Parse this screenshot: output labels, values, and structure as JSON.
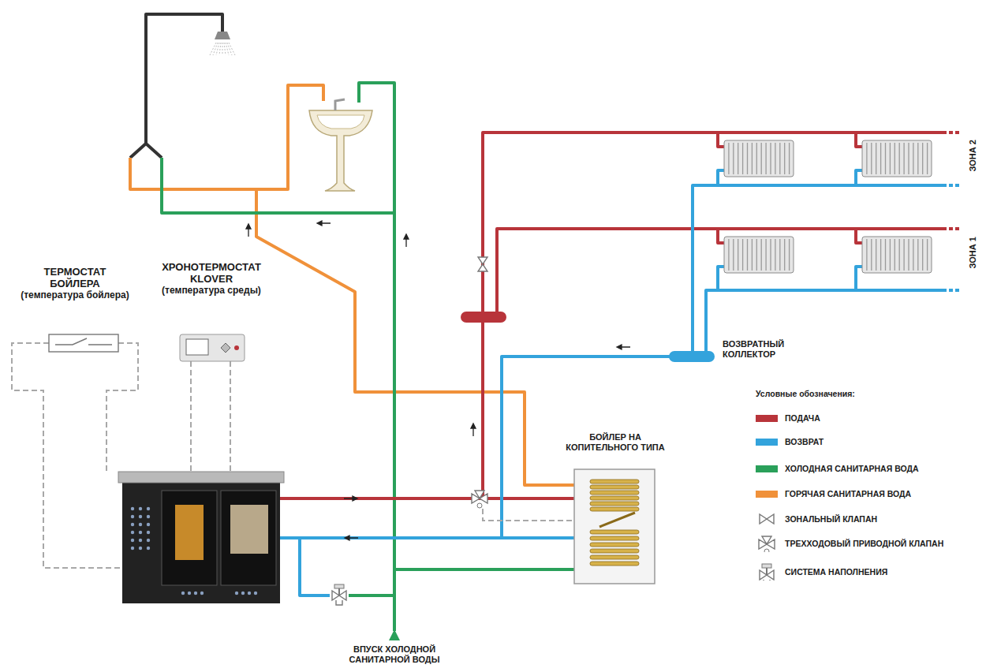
{
  "diagram": {
    "nodes": [
      {
        "text": [
          "ТЕРМОСТАТ БОЙЛЕРА",
          "(температура бойлера)"
        ]
      },
      {
        "text": [
          "ХРОНОТЕРМОСТАТ KLOVER",
          "(температура среды)"
        ]
      },
      {
        "text": [
          "ВОЗВРАТНЫЙ КОЛЛЕКТОР"
        ]
      },
      {
        "text": [
          "БОЙЛЕР НА КОПИТЕЛЬНОГО ТИПА"
        ]
      }
    ],
    "labels": [
      "Условные обозначения:",
      "ЗОНА 2",
      "ЗОНА 1",
      "ВПУСК ХОЛОДНОЙ САНИТАРНОЙ ВОДЫ"
    ],
    "legend": [
      {
        "text": "ПОДАЧА",
        "color": "#b8343a"
      },
      {
        "text": "ВОЗВРАТ",
        "color": "#33a3dc"
      },
      {
        "text": "ХОЛОДНАЯ САНИТАРНАЯ ВОДА",
        "color": "#2aa05a"
      },
      {
        "text": "ГОРЯЧАЯ САНИТАРНАЯ ВОДА",
        "color": "#f0913a"
      },
      {
        "text": "ЗОНАЛЬНЫЙ КЛАПАН"
      },
      {
        "text": "ТРЕХХОДОВЫЙ ПРИВОДНОЙ КЛАПАН"
      },
      {
        "text": "СИСТЕМА НАПОЛНЕНИЯ"
      }
    ]
  }
}
